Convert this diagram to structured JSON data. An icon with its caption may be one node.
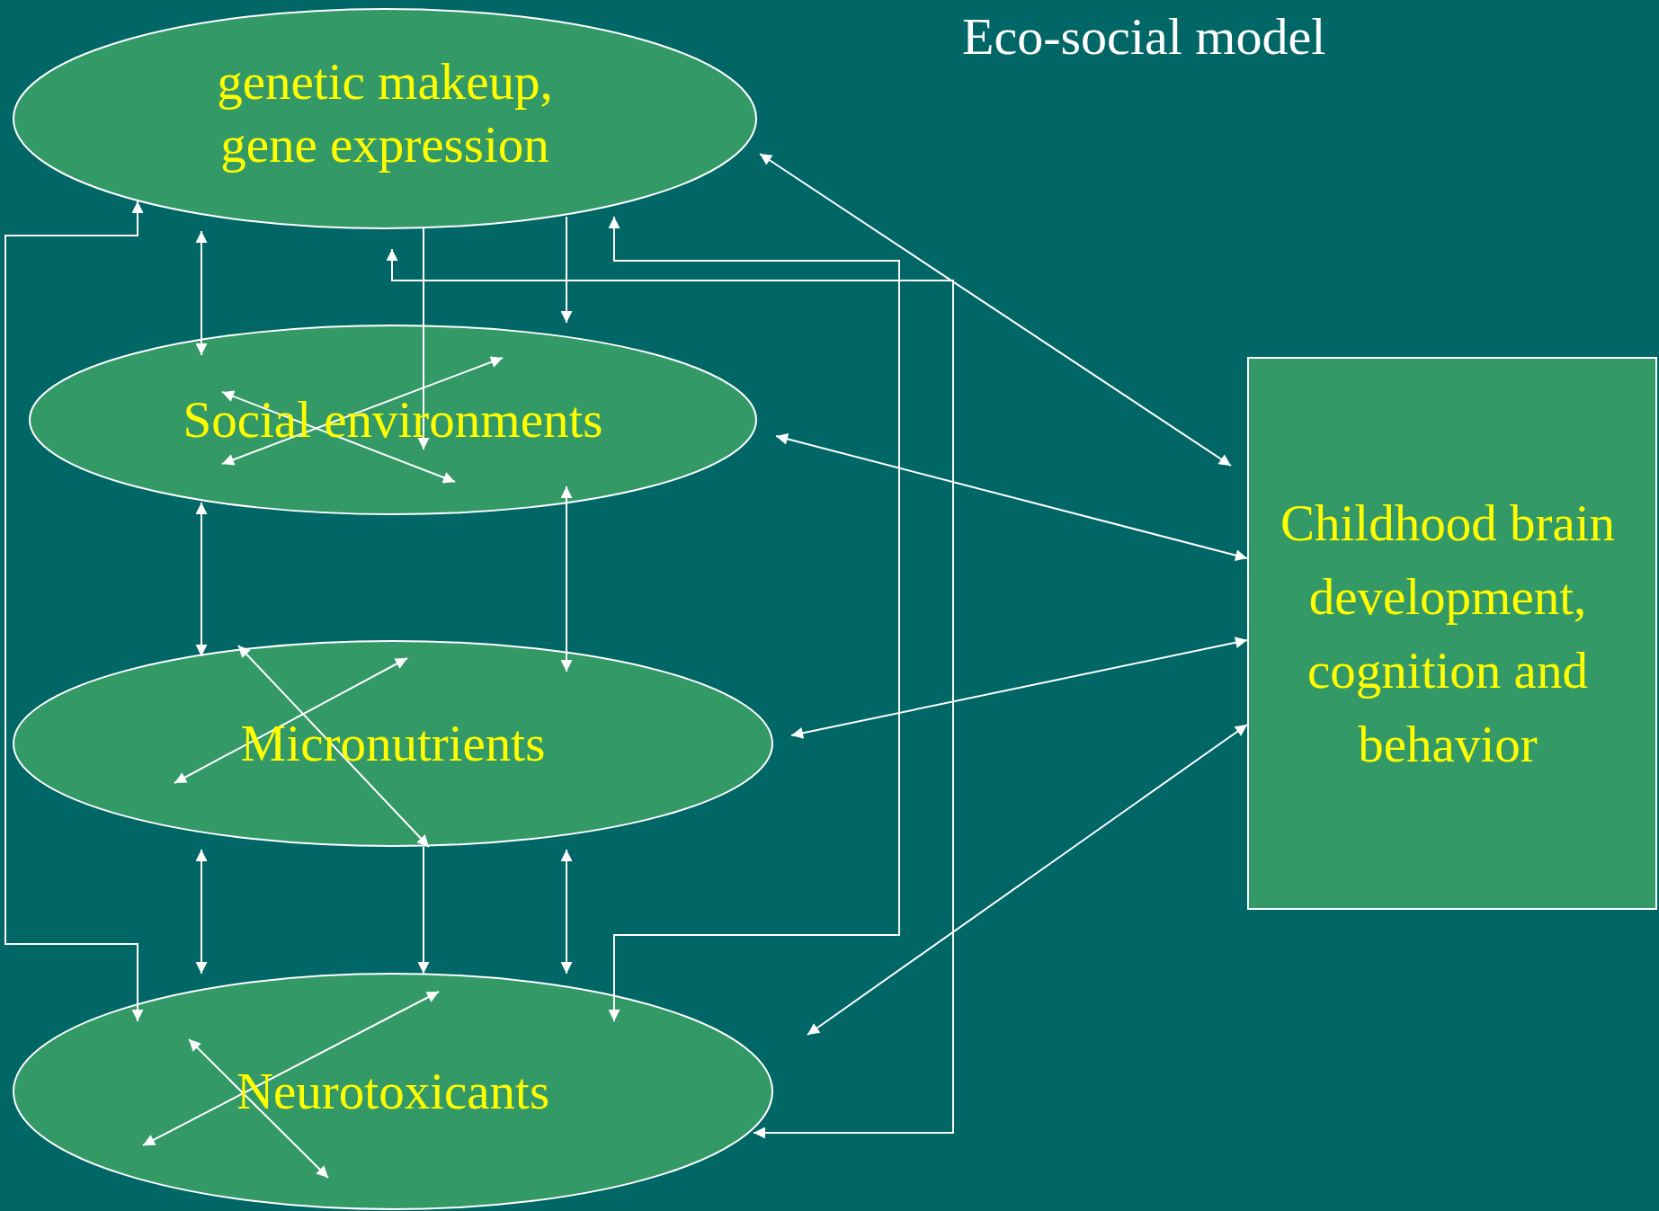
{
  "diagram": {
    "title": "Eco-social model",
    "nodes": [
      {
        "text": [
          "genetic makeup, gene expression"
        ]
      },
      {
        "text": [
          "Social environments"
        ]
      },
      {
        "text": [
          "Micronutrients"
        ]
      },
      {
        "text": [
          "Neurotoxicants"
        ]
      },
      {
        "text": [
          "Childhood brain development, cognition and behavior"
        ]
      }
    ],
    "edges": [
      {
        "from": 0,
        "to": 1,
        "arrow": "both"
      },
      {
        "from": 0,
        "to": 1,
        "arrow": "to"
      },
      {
        "from": 0,
        "to": 1,
        "arrow": "to"
      },
      {
        "from": 0,
        "to": 3,
        "arrow": "both"
      },
      {
        "from": 0,
        "to": 3,
        "arrow": "both"
      },
      {
        "from": 0,
        "to": 3,
        "arrow": "both"
      },
      {
        "from": 1,
        "to": 1,
        "arrow": "both"
      },
      {
        "from": 1,
        "to": 1,
        "arrow": "both"
      },
      {
        "from": 1,
        "to": 2,
        "arrow": "both"
      },
      {
        "from": 1,
        "to": 2,
        "arrow": "both"
      },
      {
        "from": 2,
        "to": 2,
        "arrow": "both"
      },
      {
        "from": 2,
        "to": 2,
        "arrow": "both"
      },
      {
        "from": 2,
        "to": 3,
        "arrow": "both"
      },
      {
        "from": 2,
        "to": 3,
        "arrow": "to"
      },
      {
        "from": 2,
        "to": 3,
        "arrow": "both"
      },
      {
        "from": 3,
        "to": 3,
        "arrow": "both"
      },
      {
        "from": 3,
        "to": 3,
        "arrow": "both"
      },
      {
        "from": 0,
        "to": 4,
        "arrow": "both"
      },
      {
        "from": 1,
        "to": 4,
        "arrow": "both"
      },
      {
        "from": 2,
        "to": 4,
        "arrow": "both"
      },
      {
        "from": 3,
        "to": 4,
        "arrow": "both"
      }
    ]
  }
}
